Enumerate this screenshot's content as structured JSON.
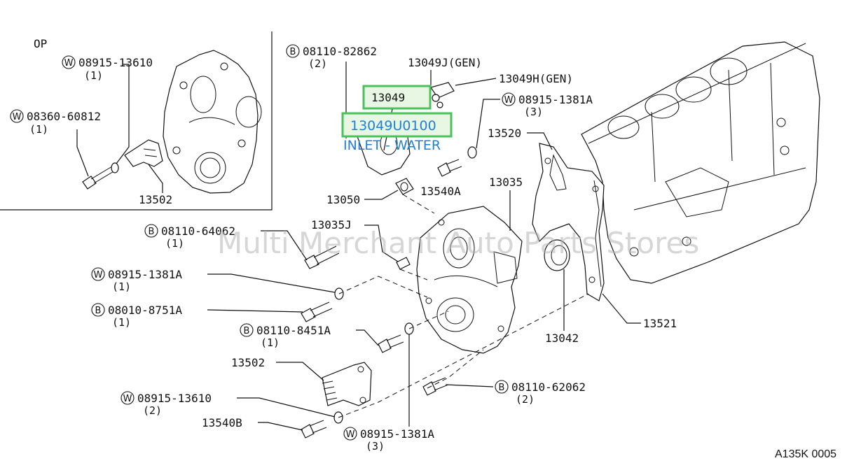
{
  "inset": {
    "title": "OP"
  },
  "labels": {
    "in_w1": "08915-13610",
    "in_w1_q": "(1)",
    "in_w2": "08360-60812",
    "in_w2_q": "(1)",
    "in_p": "13502",
    "b_top": "08110-82862",
    "b_top_q": "(2)",
    "p13049j": "13049J(GEN)",
    "p13049h": "13049H(GEN)",
    "w_r": "08915-1381A",
    "w_r_q": "(3)",
    "p13520": "13520",
    "p13050": "13050",
    "p13540a": "13540A",
    "p13035": "13035",
    "b_64": "08110-64062",
    "b_64_q": "(1)",
    "p13035j": "13035J",
    "w_1381a": "08915-1381A",
    "w_1381a_q": "(1)",
    "b_8751": "08010-8751A",
    "b_8751_q": "(1)",
    "b_8451": "08110-8451A",
    "b_8451_q": "(1)",
    "p13502": "13502",
    "w_13610": "08915-13610",
    "w_13610_q": "(2)",
    "p13540b": "13540B",
    "w_bot": "08915-1381A",
    "w_bot_q": "(3)",
    "b_62": "08110-62062",
    "b_62_q": "(2)",
    "p13042": "13042",
    "p13521": "13521",
    "code": "A135K 0005"
  },
  "badges": {
    "washer": "W",
    "bolt": "B"
  },
  "highlight": {
    "part": "13049",
    "part_number": "13049U0100",
    "description": "INLET - WATER",
    "color": "#49c25a",
    "text_color": "#1f7fd6"
  },
  "watermark": "Multi Merchant Auto Parts Stores"
}
